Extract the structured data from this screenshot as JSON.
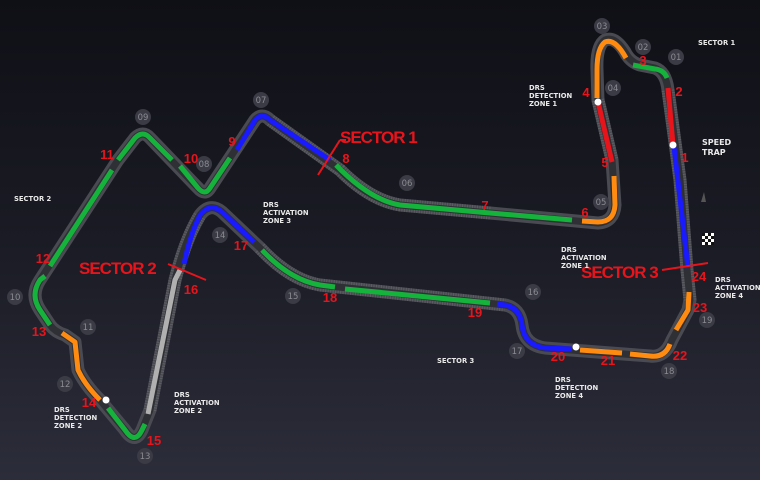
{
  "colors": {
    "blue": "#1a1aff",
    "red": "#e8141c",
    "green": "#16b33c",
    "orange": "#ff8c10",
    "grey": "#b0b0b0"
  },
  "sector_markers": {
    "s1": "SECTOR 1",
    "s2": "SECTOR 2",
    "s3": "SECTOR 3"
  },
  "sector_labels": {
    "s1": "SECTOR 1",
    "s2": "SECTOR 2",
    "s3": "SECTOR 3"
  },
  "speed_trap": [
    "SPEED",
    "TRAP"
  ],
  "drs_zones": {
    "detection_1": [
      "DRS",
      "DETECTION",
      "ZONE 1"
    ],
    "detection_2": [
      "DRS",
      "DETECTION",
      "ZONE 2"
    ],
    "detection_4": [
      "DRS",
      "DETECTION",
      "ZONE 4"
    ],
    "activation_1": [
      "DRS",
      "ACTIVATION",
      "ZONE 1"
    ],
    "activation_2": [
      "DRS",
      "ACTIVATION",
      "ZONE 2"
    ],
    "activation_3": [
      "DRS",
      "ACTIVATION",
      "ZONE 3"
    ],
    "activation_4": [
      "DRS",
      "ACTIVATION",
      "ZONE 4"
    ]
  },
  "corner_numbers": [
    "1",
    "2",
    "3",
    "4",
    "5",
    "6",
    "7",
    "8",
    "9",
    "10",
    "11",
    "12",
    "13",
    "14",
    "15",
    "16",
    "17",
    "18",
    "19",
    "20",
    "21",
    "22",
    "23",
    "24"
  ],
  "turn_markers": [
    "01",
    "02",
    "03",
    "04",
    "05",
    "06",
    "07",
    "08",
    "09",
    "10",
    "11",
    "12",
    "13",
    "14",
    "15",
    "16",
    "17",
    "18",
    "19"
  ]
}
